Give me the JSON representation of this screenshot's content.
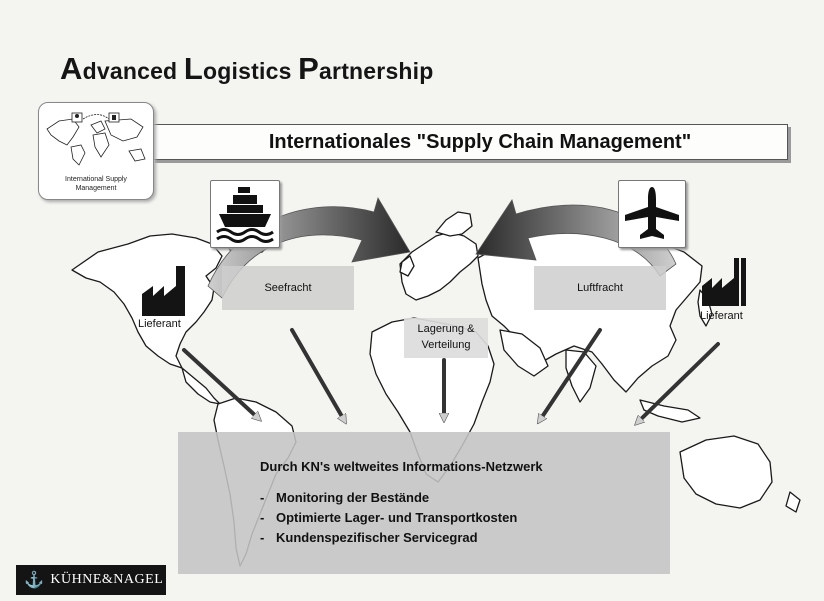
{
  "header": {
    "title_words": [
      {
        "cap": "A",
        "rest": "dvanced"
      },
      {
        "cap": "L",
        "rest": "ogistics"
      },
      {
        "cap": "P",
        "rest": "artnership"
      }
    ]
  },
  "banner": {
    "text": "Internationales \"Supply Chain Management\""
  },
  "intl_box": {
    "caption_line1": "International Supply",
    "caption_line2": "Management",
    "icon": "world-map-icon"
  },
  "flows": {
    "sea": {
      "label": "Seefracht",
      "icon": "ship-icon"
    },
    "air": {
      "label": "Luftfracht",
      "icon": "airplane-icon"
    }
  },
  "suppliers": {
    "left": {
      "label": "Lieferant",
      "icon": "factory-icon"
    },
    "right": {
      "label": "Lieferant",
      "icon": "factory-icon"
    }
  },
  "hub": {
    "line1": "Lagerung &",
    "line2": "Verteilung"
  },
  "info": {
    "heading": "Durch KN's weltweites Informations-Netzwerk",
    "items": [
      {
        "dash": "-",
        "text": "Monitoring der Bestände"
      },
      {
        "dash": "-",
        "text": "Optimierte Lager- und Transportkosten"
      },
      {
        "dash": "-",
        "text": "Kundenspezifischer Servicegrad"
      }
    ]
  },
  "footer": {
    "logo_text": "KÜHNE&NAGEL",
    "logo_icon": "anchor-icon"
  },
  "colors": {
    "background": "#f4f4f1",
    "map_outline": "#1a1a1a",
    "arrow_dark": "#3a3a3a",
    "info_box": "#c4c4c4"
  }
}
